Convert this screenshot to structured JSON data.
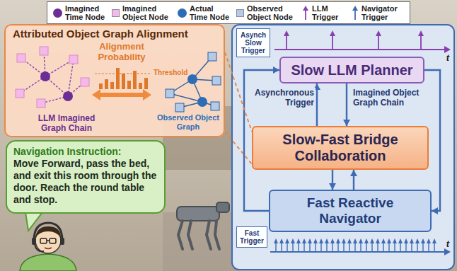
{
  "diagram": {
    "nodes": [
      {
        "text": [
          "Attributed Object Graph Alignment"
        ]
      },
      {
        "text": [
          "Navigation Instruction:",
          "Move Forward, pass the bed, and exit this room through the door. Reach the round table and stop."
        ]
      },
      {
        "text": [
          "Asynch Slow Trigger"
        ]
      },
      {
        "text": [
          "Slow LLM Planner"
        ]
      },
      {
        "text": [
          "Slow-Fast Bridge Collaboration"
        ]
      },
      {
        "text": [
          "Fast Reactive Navigator"
        ]
      },
      {
        "text": [
          "Fast Trigger"
        ]
      }
    ],
    "edges": [
      {
        "from": 4,
        "to": 3,
        "arrow": "to",
        "label": "Asynchronous Trigger"
      },
      {
        "from": 3,
        "to": 4,
        "arrow": "to",
        "label": "Imagined Object Graph Chain"
      },
      {
        "from": 4,
        "to": 5,
        "arrow": "to"
      },
      {
        "from": 5,
        "to": 4,
        "arrow": "to"
      },
      {
        "from": 3,
        "to": 5,
        "arrow": "to"
      },
      {
        "from": 5,
        "to": 3,
        "arrow": "to"
      },
      {
        "from": 0,
        "to": 4,
        "arrow": "none"
      }
    ],
    "labels": [
      "Alignment Probability",
      "Threshold",
      "LLM Imagined Graph Chain",
      "Observed Object Graph",
      "t",
      "t"
    ],
    "legend": [
      {
        "text": "Imagined Time Node",
        "color": "#6b2e94"
      },
      {
        "text": "Imagined Object Node",
        "color": "#f4b9e8"
      },
      {
        "text": "Actual Time Node",
        "color": "#2e6db5"
      },
      {
        "text": "Observed Object Node",
        "color": "#b3cbe6"
      },
      {
        "text": "LLM Trigger"
      },
      {
        "text": "Navigator Trigger"
      }
    ]
  }
}
